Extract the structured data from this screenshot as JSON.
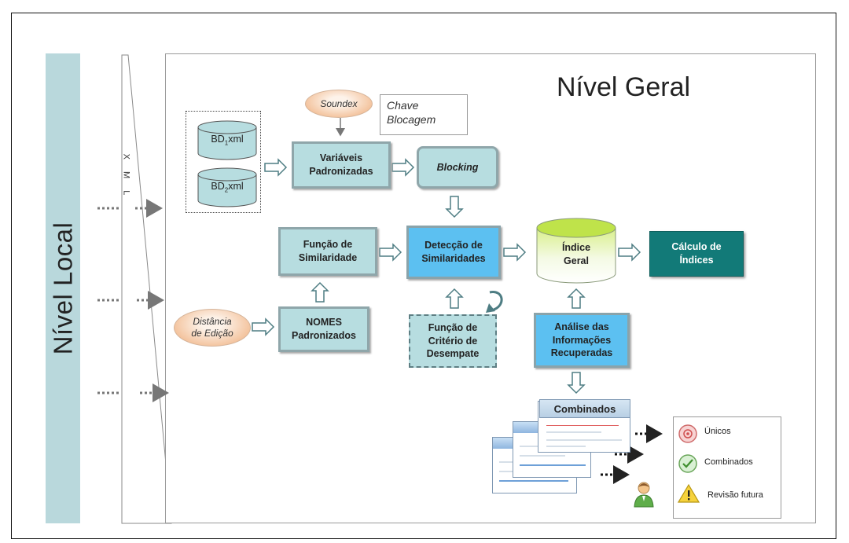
{
  "nivel_local": "Nível  Local",
  "nivel_geral": "Nível Geral",
  "xml_label": "X M L",
  "databases": {
    "bd1": {
      "prefix": "BD",
      "sub": "1",
      "suffix": "xml"
    },
    "bd2": {
      "prefix": "BD",
      "sub": "2",
      "suffix": "xml"
    }
  },
  "soundex": "Soundex",
  "chave_blocagem": [
    "Chave",
    "Blocagem"
  ],
  "variaveis": [
    "Variáveis",
    "Padronizadas"
  ],
  "blocking": "Blocking",
  "funcao_similaridade": [
    "Função de",
    "Similaridade"
  ],
  "deteccao": [
    "Detecção de",
    "Similaridades"
  ],
  "indice_geral": [
    "Índice",
    "Geral"
  ],
  "calculo": [
    "Cálculo de",
    "Índices"
  ],
  "distancia": [
    "Distância",
    "de Edição"
  ],
  "nomes": [
    "NOMES",
    "Padronizados"
  ],
  "funcao_criterio": [
    "Função de",
    "Critério de",
    "Desempate"
  ],
  "analise": [
    "Análise das",
    "Informações",
    "Recuperadas"
  ],
  "combinados_window": "Combinados",
  "legend": {
    "unicos": "Únicos",
    "combinados": "Combinados",
    "revisao": "Revisão futura"
  },
  "colors": {
    "teal_box": "#b7dde0",
    "blue_box": "#5cc0f1",
    "dark_box": "#127a78",
    "local_bar": "#b9d8dc"
  }
}
